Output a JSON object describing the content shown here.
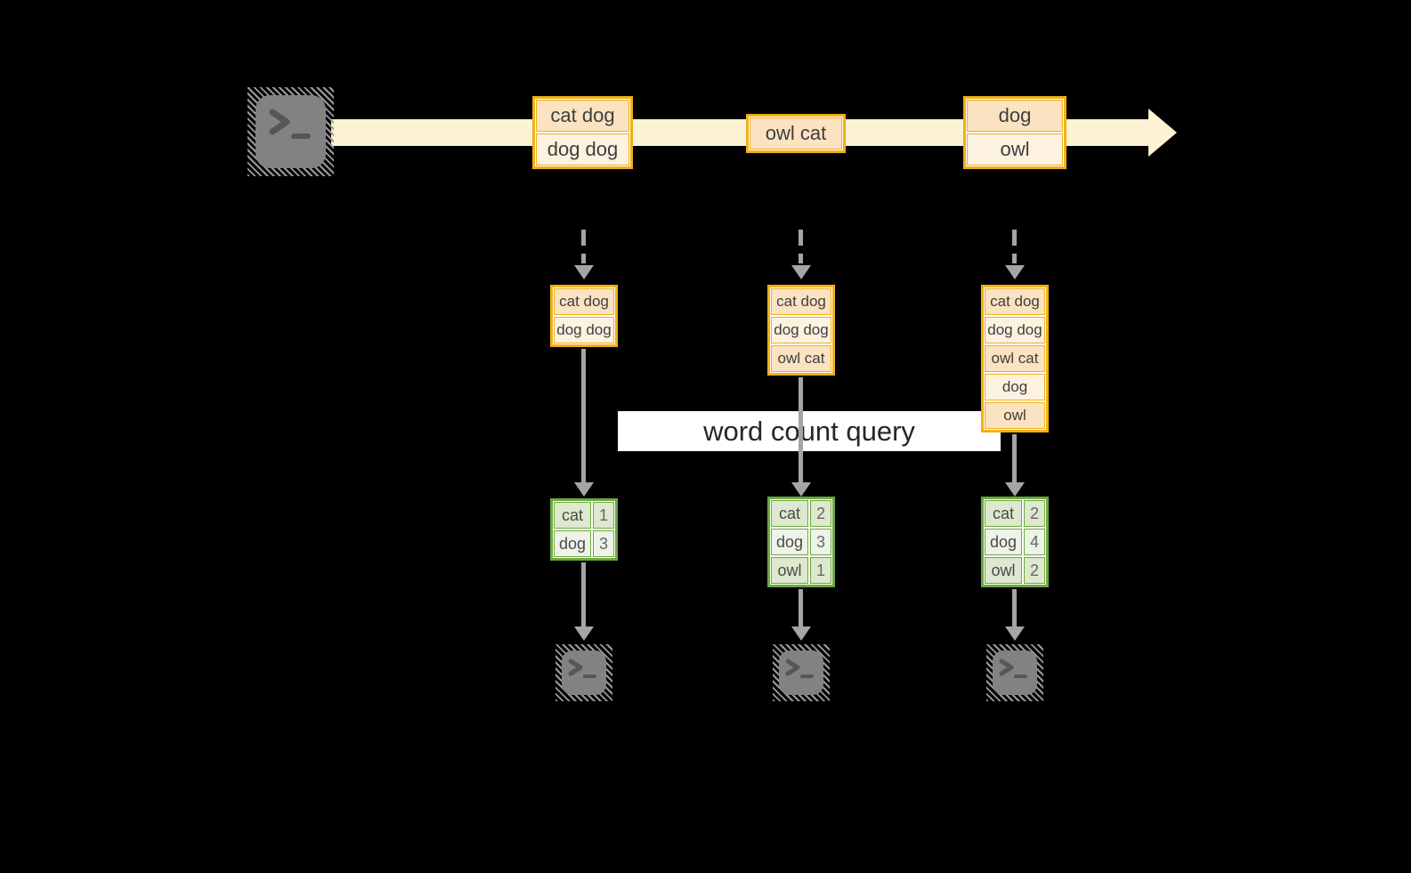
{
  "banner": {
    "label": "word count query"
  },
  "stream_events": [
    {
      "cells": [
        "cat dog",
        "dog dog"
      ]
    },
    {
      "cells": [
        "owl cat"
      ]
    },
    {
      "cells": [
        "dog",
        "owl"
      ]
    }
  ],
  "columns": [
    {
      "buffer": [
        "cat dog",
        "dog dog"
      ],
      "counts": [
        {
          "word": "cat",
          "count": "1"
        },
        {
          "word": "dog",
          "count": "3"
        }
      ]
    },
    {
      "buffer": [
        "cat dog",
        "dog dog",
        "owl cat"
      ],
      "counts": [
        {
          "word": "cat",
          "count": "2"
        },
        {
          "word": "dog",
          "count": "3"
        },
        {
          "word": "owl",
          "count": "1"
        }
      ]
    },
    {
      "buffer": [
        "cat dog",
        "dog dog",
        "owl cat",
        "dog",
        "owl"
      ],
      "counts": [
        {
          "word": "cat",
          "count": "2"
        },
        {
          "word": "dog",
          "count": "4"
        },
        {
          "word": "owl",
          "count": "2"
        }
      ]
    }
  ],
  "colors": {
    "accent_orange": "#F0B019",
    "fill_peach": "#FBE2C1",
    "fill_cream": "#FDF1DF",
    "stream_band": "#FCF3D2",
    "accent_green": "#6DA83E",
    "green_fill_dark": "#DDE8CE",
    "green_fill_light": "#EEF3E7",
    "arrow_gray": "#A5A5A5",
    "terminal_gray": "#828282",
    "background": "#000000"
  }
}
